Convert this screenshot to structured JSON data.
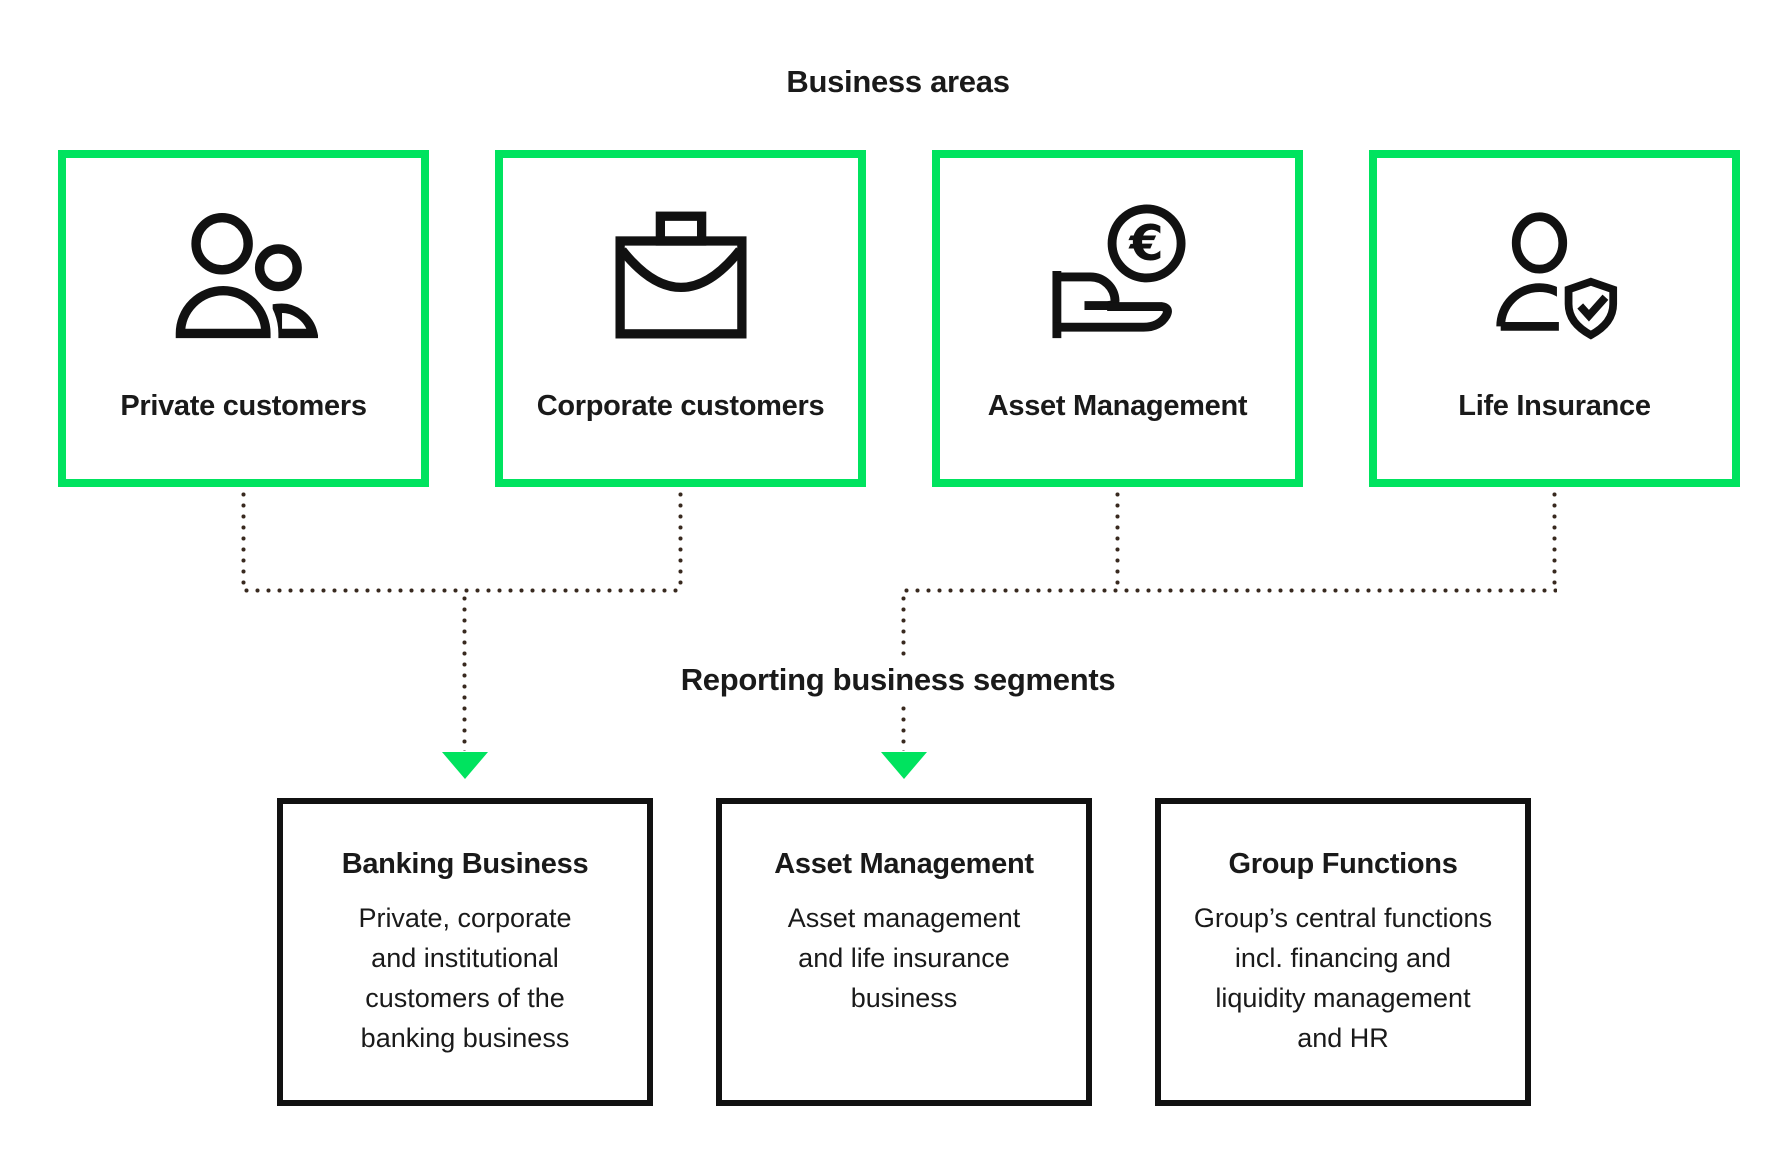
{
  "colors": {
    "accent_green": "#00E35F",
    "line_black": "#111111",
    "connector_dot_brown": "#38291f",
    "text": "#1a1a1a"
  },
  "titles": {
    "top": "Business areas",
    "middle": "Reporting business segments"
  },
  "business_areas": [
    {
      "label": "Private customers",
      "icon": "people-icon"
    },
    {
      "label": "Corporate customers",
      "icon": "briefcase-icon"
    },
    {
      "label": "Asset Management",
      "icon": "hand-euro-icon"
    },
    {
      "label": "Life Insurance",
      "icon": "person-shield-icon"
    }
  ],
  "euro_symbol": "€",
  "segments": [
    {
      "title": "Banking Business",
      "description": [
        "Private, corporate",
        "and institutional",
        "customers of the",
        "banking business"
      ]
    },
    {
      "title": "Asset Management",
      "description": [
        "Asset management",
        "and life insurance",
        "business"
      ]
    },
    {
      "title": "Group Functions",
      "description": [
        "Group’s central functions",
        "incl. financing and",
        "liquidity management",
        "and HR"
      ]
    }
  ]
}
